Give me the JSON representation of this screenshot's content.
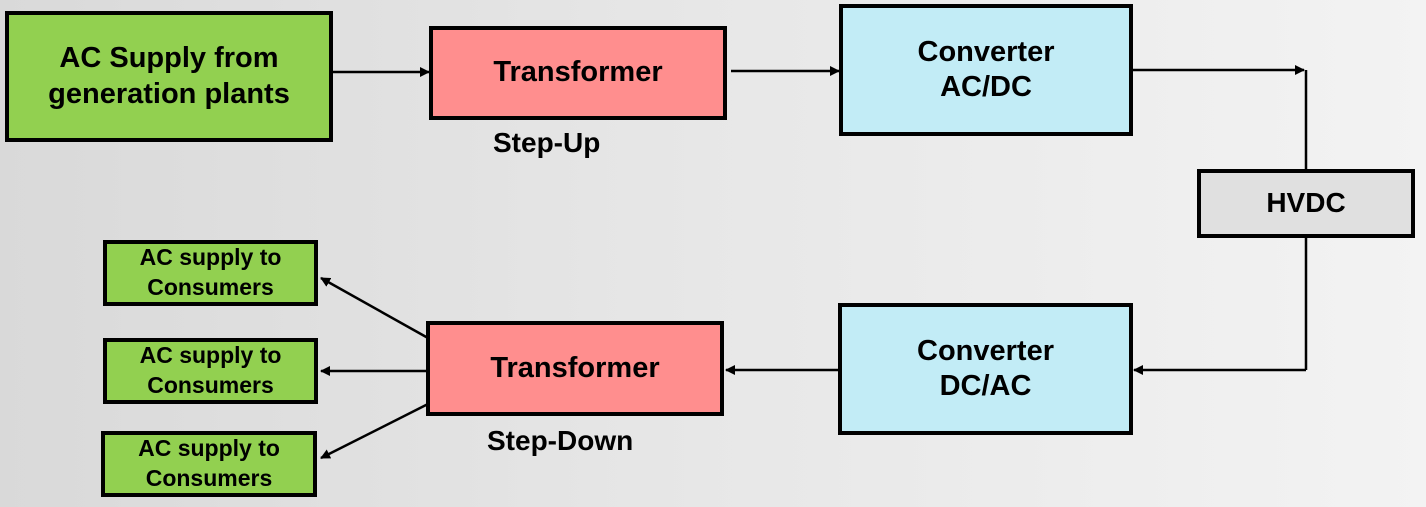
{
  "nodes": {
    "ac_supply": "AC Supply from\ngeneration plants",
    "transformer_up": "Transformer",
    "converter_acdc_line1": "Converter",
    "converter_acdc_line2": "AC/DC",
    "hvdc": "HVDC",
    "converter_dcac_line1": "Converter",
    "converter_dcac_line2": "DC/AC",
    "transformer_down": "Transformer",
    "consumer_1_line1": "AC supply to",
    "consumer_1_line2": "Consumers",
    "consumer_2_line1": "AC supply to",
    "consumer_2_line2": "Consumers",
    "consumer_3_line1": "AC supply to",
    "consumer_3_line2": "Consumers"
  },
  "labels": {
    "step_up": "Step-Up",
    "step_down": "Step-Down"
  },
  "colors": {
    "source_and_consumer_fill": "#92d050",
    "transformer_fill": "#ff8e8e",
    "converter_fill": "#c2ecf6",
    "hvdc_fill": "#e0e0e0",
    "stroke": "#000000"
  }
}
